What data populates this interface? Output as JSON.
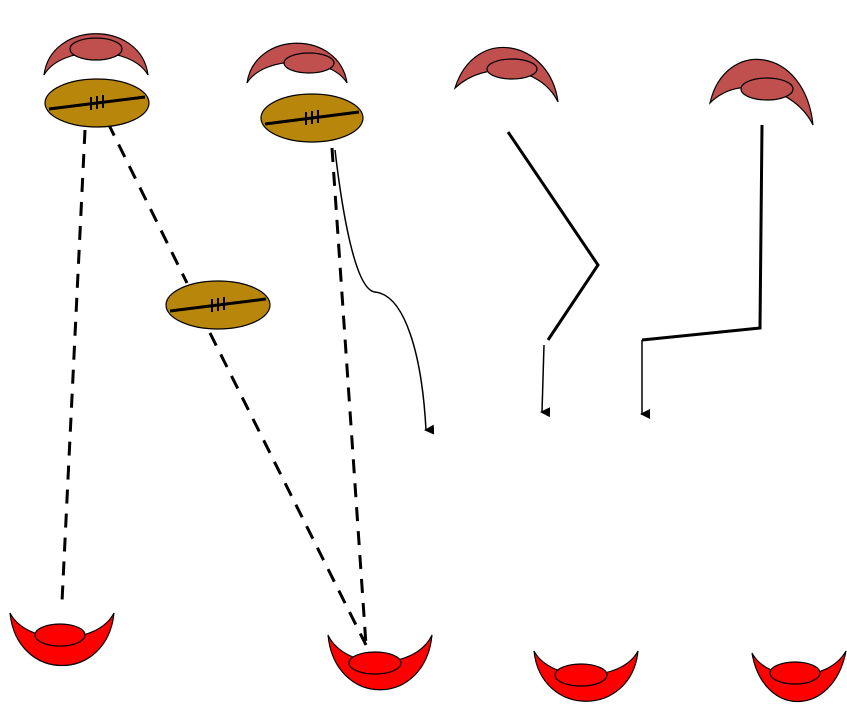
{
  "diagram": {
    "type": "football-drill-diagram",
    "colors": {
      "top_player_fill": "#c0504d",
      "bottom_player_fill": "#ff0000",
      "ball_fill": "#b8860b",
      "line": "#000000",
      "background": "#ffffff"
    },
    "icons": {
      "top_player": "player-top-icon",
      "bottom_player": "player-bottom-icon",
      "ball": "football-icon",
      "arrow": "arrowhead-icon"
    },
    "counts": {
      "top_players": 4,
      "bottom_players": 4,
      "balls": 3,
      "dashed_passes": 3,
      "solid_runs": 3
    }
  }
}
